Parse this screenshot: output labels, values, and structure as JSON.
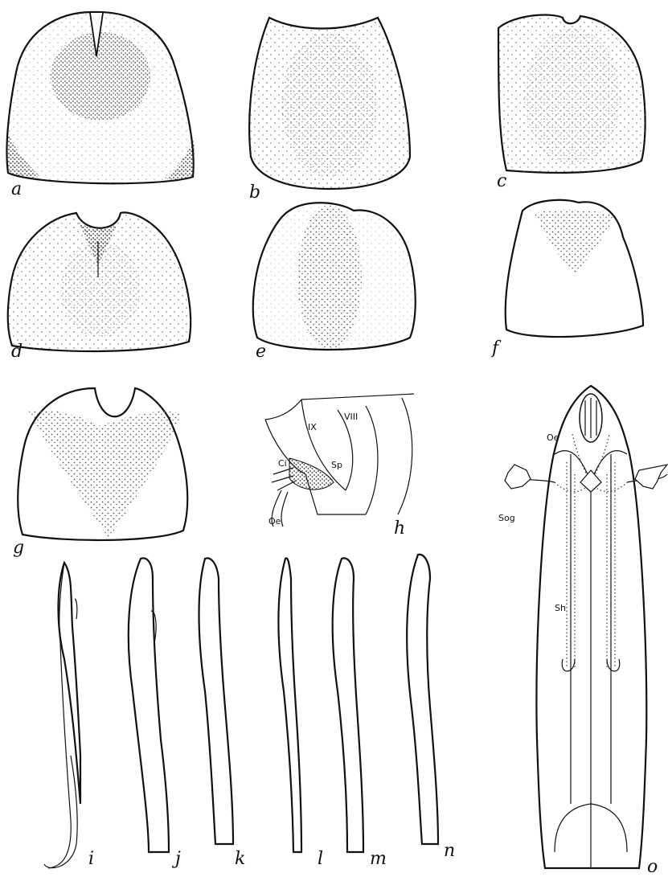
{
  "figure_labels": {
    "a": "a",
    "b": "b",
    "c": "c",
    "d": "d",
    "e": "e",
    "f": "f",
    "g": "g",
    "h": "h",
    "i": "i",
    "j": "j",
    "k": "k",
    "l": "l",
    "m": "m",
    "n": "n",
    "o": "o"
  },
  "h_annotations": {
    "ix": "IX",
    "viii": "VIII",
    "sp": "Sp",
    "ci": "Ci",
    "oe": "Oe"
  },
  "o_annotations": {
    "oe": "Oe",
    "sog": "Sog",
    "sh": "Sh"
  }
}
